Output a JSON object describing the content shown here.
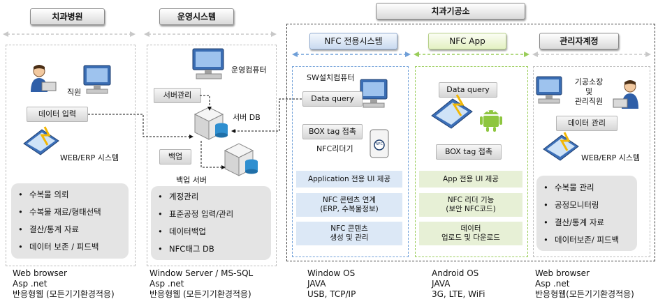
{
  "headers": {
    "clinic": "치과병원",
    "ops": "운영시스템",
    "lab": "치과기공소",
    "nfc_system": "NFC 전용시스템",
    "nfc_app": "NFC App",
    "admin": "관리자계정"
  },
  "clinic": {
    "staff_label": "직원",
    "data_input_label": "데이터 입력",
    "web_erp_label": "WEB/ERP 시스템",
    "items": [
      "수복물 의뢰",
      "수복물 재료/형태선택",
      "결산/통계 자료",
      "데이터 보존 / 피드백"
    ],
    "footer": [
      "Web browser",
      "Asp .net",
      "반응형웹 (모든기기환경적응)"
    ]
  },
  "ops": {
    "computer_label": "운영컴퓨터",
    "server_mgmt_label": "서버관리",
    "server_db_label": "서버 DB",
    "backup_label": "백업",
    "backup_server_label": "백업 서버",
    "items": [
      "계정관리",
      "표준공정 입력/관리",
      "데이터백업",
      "NFC태그 DB"
    ],
    "footer": [
      "Window Server / MS-SQL",
      "Asp .net",
      "반응형웹 (모든기기환경적응)"
    ]
  },
  "nfc_system": {
    "sw_pc_label": "SW설치컴퓨터",
    "data_query_label": "Data query",
    "box_tag_label": "BOX tag 접촉",
    "reader_label": "NFC리더기",
    "nfc_chip_text": "NFC",
    "boxes": [
      "Application 전용 UI 제공",
      "NFC 콘텐츠 연계\n(ERP, 수복물정보)",
      "NFC 콘텐츠\n생성 및 관리"
    ],
    "footer": [
      "Window OS",
      "JAVA",
      "USB, TCP/IP"
    ]
  },
  "nfc_app": {
    "data_query_label": "Data query",
    "box_tag_label": "BOX tag 접촉",
    "boxes": [
      "App 전용 UI 제공",
      "NFC 리더 기능\n(보안 NFC코드)",
      "데이터\n업로드 및 다운로드"
    ],
    "footer": [
      "Android OS",
      "JAVA",
      "3G, LTE, WiFi"
    ]
  },
  "admin": {
    "staff_label": "기공소장\n및\n관리직원",
    "data_mgmt_label": "데이터 관리",
    "web_erp_label": "WEB/ERP 시스템",
    "items": [
      "수복물 관리",
      "공정모니터링",
      "결산/통계 자료",
      "데이터보존/ 피드백"
    ],
    "footer": [
      "Web browser",
      "Asp .net",
      "반응형웹(모든기기환경적응)"
    ]
  },
  "colors": {
    "blue_accent": "#6f9fd8",
    "green_accent": "#9acd5a",
    "blue_fill": "#dce8f6",
    "green_fill": "#e7f0d6",
    "gray_fill": "#e4e4e4"
  }
}
